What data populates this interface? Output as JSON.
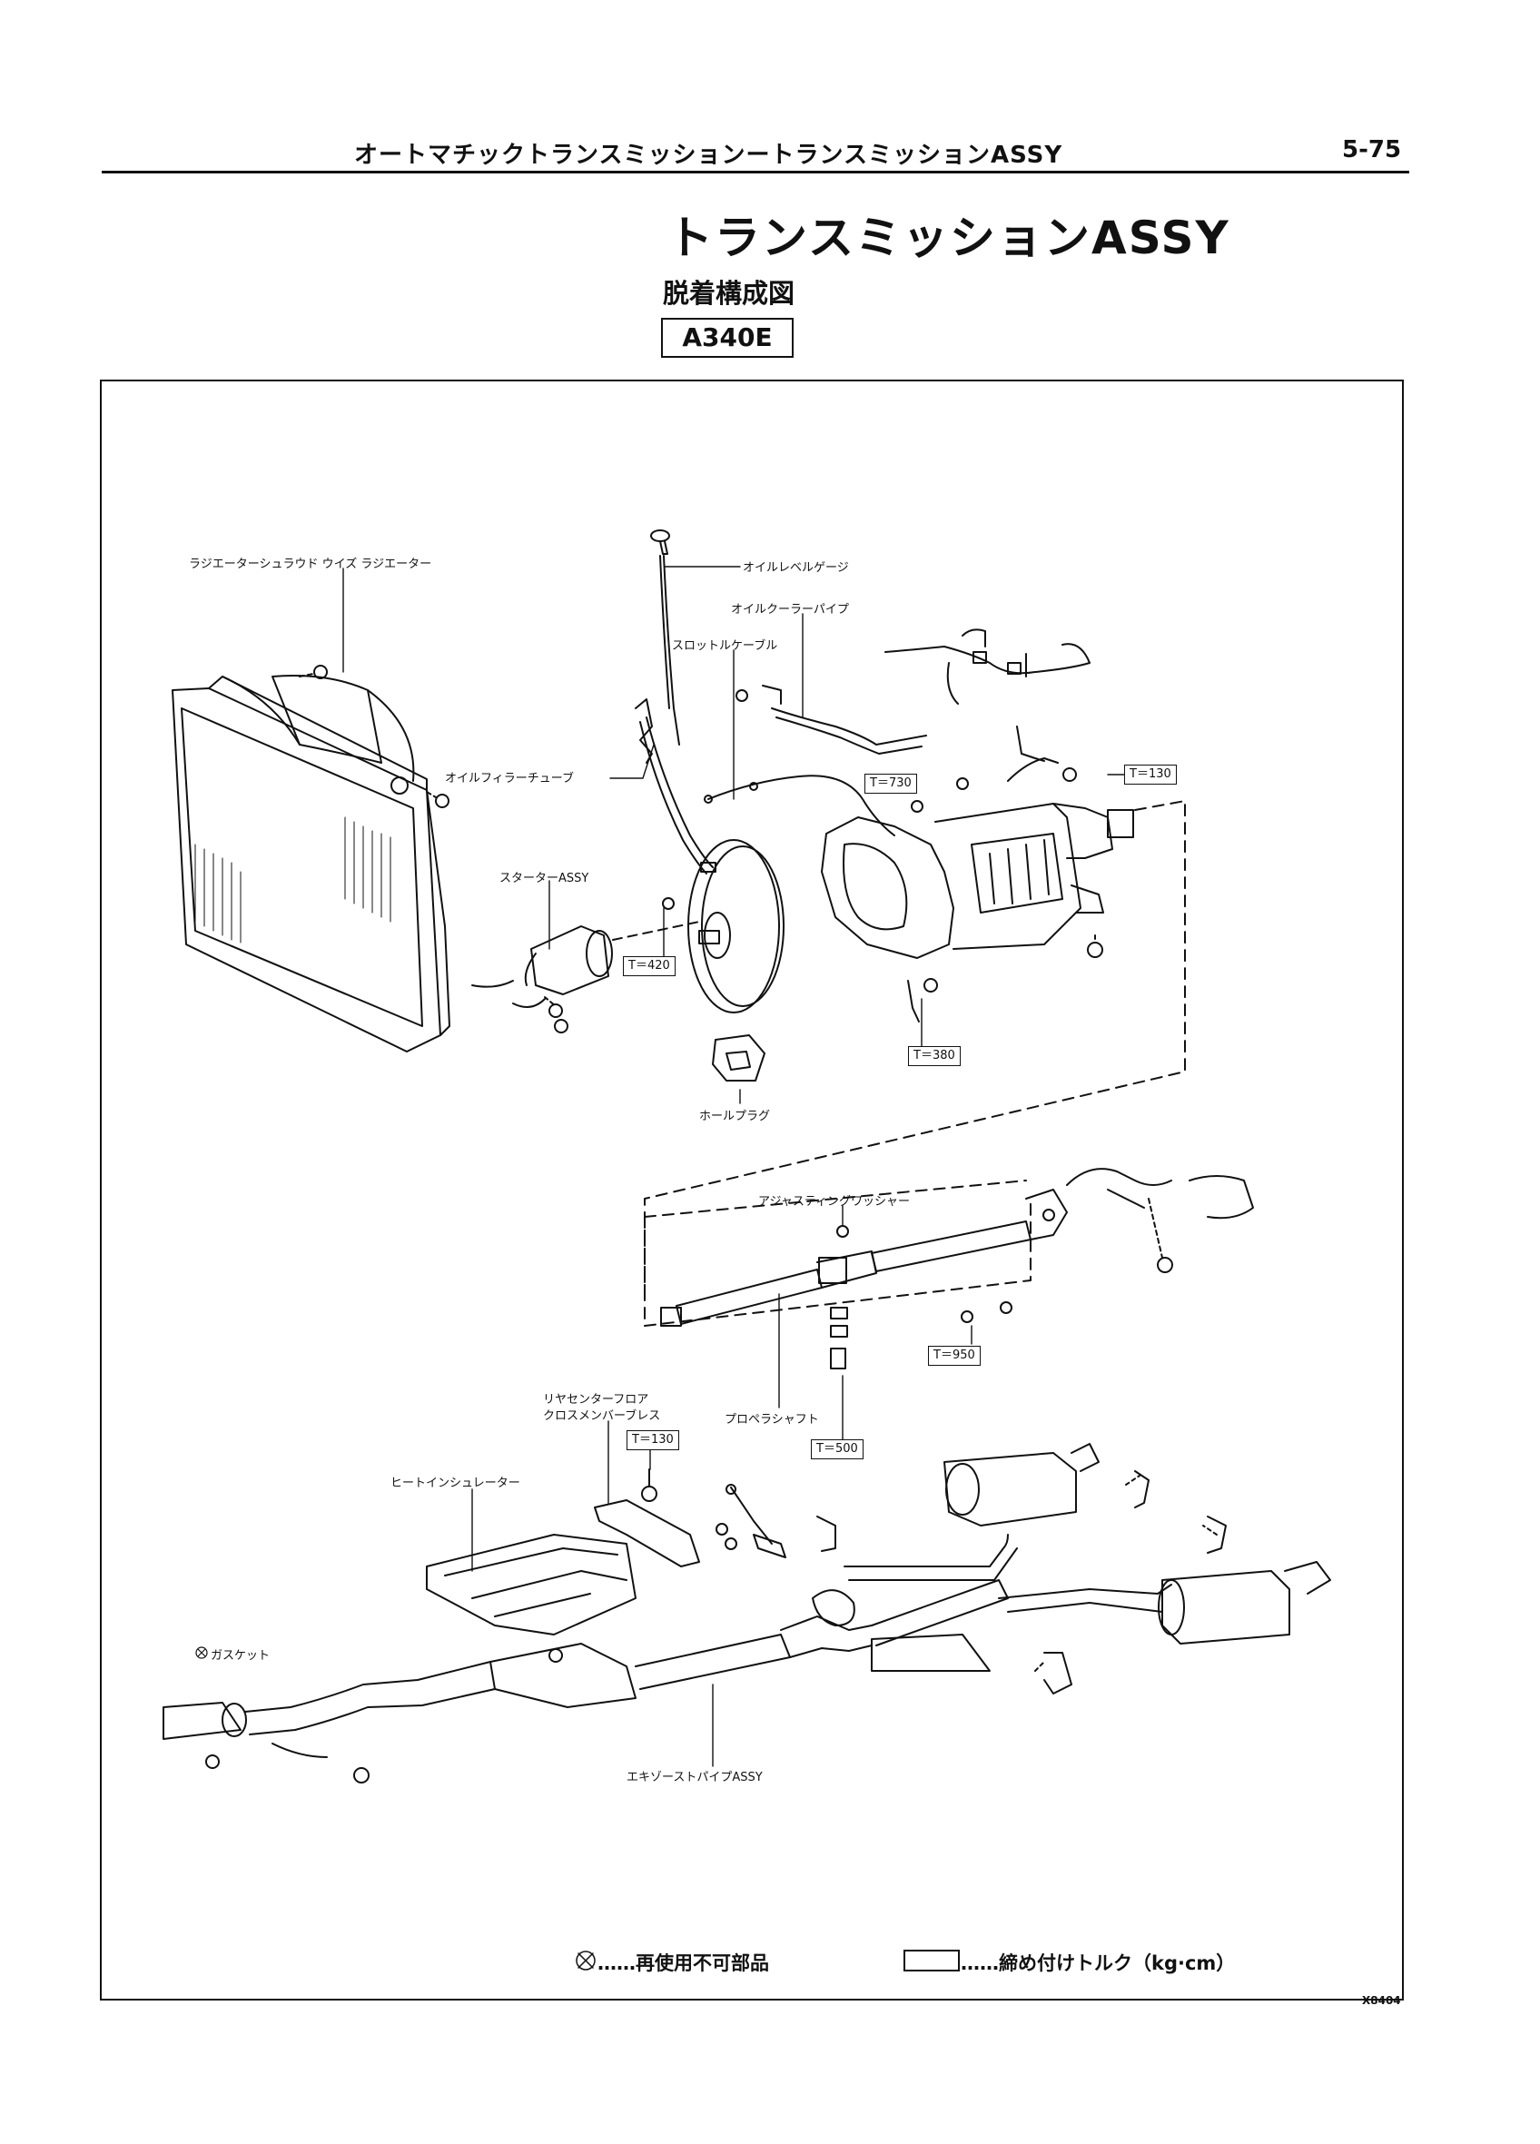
{
  "header": {
    "running_title": "オートマチックトランスミッションートランスミッションASSY",
    "page_number": "5-75"
  },
  "title": "トランスミッションASSY",
  "subtitle": "脱着構成図",
  "model_tag": "A340E",
  "labels": {
    "radiator_shroud": "ラジエーターシュラウド ウイズ ラジエーター",
    "oil_level_gauge": "オイルレベルゲージ",
    "oil_cooler_pipe": "オイルクーラーパイプ",
    "throttle_cable": "スロットルケーブル",
    "oil_filler_tube": "オイルフィラーチューブ",
    "starter_assy": "スターターASSY",
    "hole_plug": "ホールプラグ",
    "adjusting_washer": "アジャスティングワッシャー",
    "rear_center_floor_1": "リヤセンターフロア",
    "rear_center_floor_2": "クロスメンバーブレス",
    "propeller_shaft": "プロペラシャフト",
    "heat_insulator": "ヒートインシュレーター",
    "gasket": "ガスケット",
    "exhaust_pipe_assy": "エキゾーストパイプASSY"
  },
  "torques": {
    "t730": "T＝730",
    "t130_top": "T＝130",
    "t420": "T＝420",
    "t380": "T＝380",
    "t950": "T＝950",
    "t130_mid": "T＝130",
    "t500": "T＝500"
  },
  "legend": {
    "non_reusable": "……再使用不可部品",
    "torque": "……締め付けトルク（kg·cm）"
  },
  "figure_code": "X8404"
}
